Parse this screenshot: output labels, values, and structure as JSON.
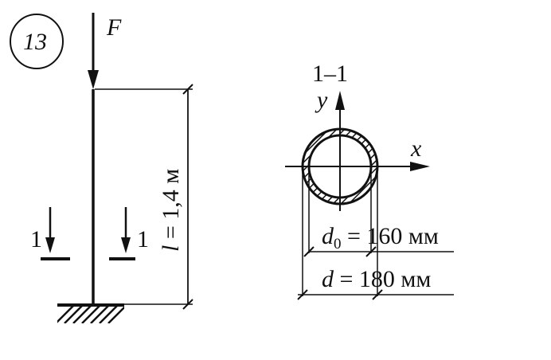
{
  "problem_number": "13",
  "load": {
    "label": "F"
  },
  "length": {
    "var": "l",
    "text": " = 1,4 м"
  },
  "section_marks": {
    "left": "1",
    "right": "1"
  },
  "section_title": "1–1",
  "axes": {
    "x": "x",
    "y": "y"
  },
  "inner_diameter": {
    "var": "d",
    "sub": "0",
    "text": " = 160 мм"
  },
  "outer_diameter": {
    "var": "d",
    "text": " = 180 мм"
  },
  "colors": {
    "ink": "#111111",
    "paper": "#ffffff"
  }
}
